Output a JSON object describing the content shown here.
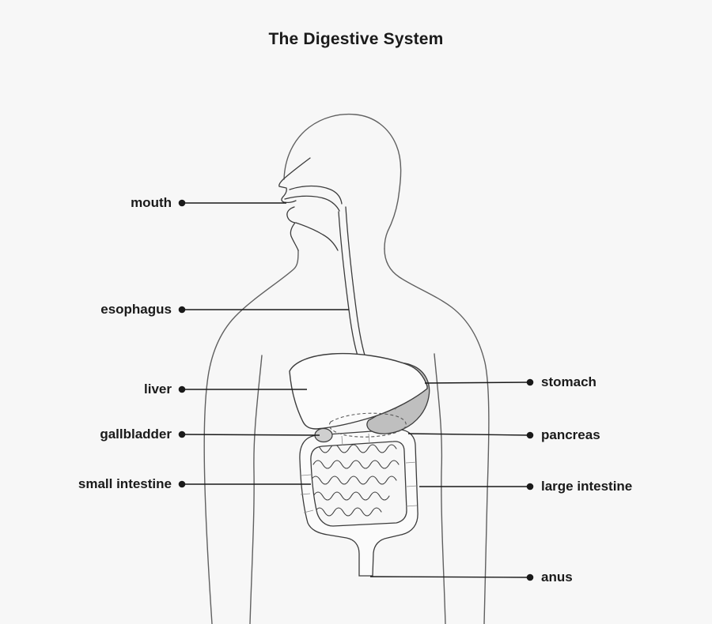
{
  "title": "The Digestive System",
  "labels": {
    "mouth": "mouth",
    "esophagus": "esophagus",
    "liver": "liver",
    "gallbladder": "gallbladder",
    "small_intestine": "small intestine",
    "stomach": "stomach",
    "pancreas": "pancreas",
    "large_intestine": "large intestine",
    "anus": "anus"
  },
  "colors": {
    "background": "#f7f7f7",
    "ink": "#1a1a1a",
    "outline": "#606060",
    "organ": "#3c3c3c",
    "organ_fill": "#fbfbfb",
    "stomach_fill": "#bfbfbf"
  }
}
